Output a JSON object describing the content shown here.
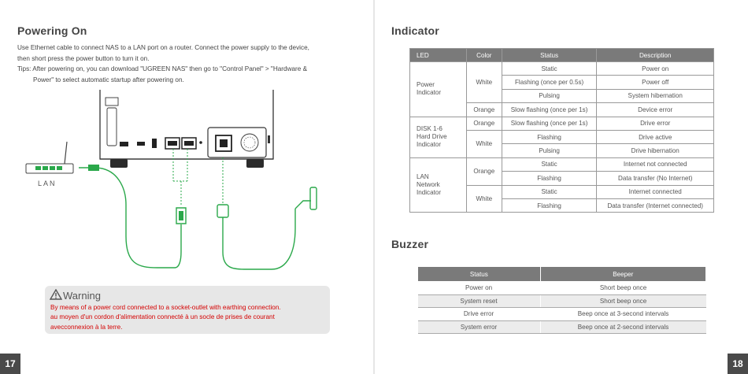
{
  "left": {
    "title": "Powering On",
    "para_line1": "Use Ethernet cable to connect NAS to a LAN port on a router. Connect the power supply to the device,",
    "para_line2": "then short press the power button to turn it on.",
    "tips_line1": "Tips: After powering on, you can download \"UGREEN NAS\"  then go to \"Control Panel\" > \"Hardware &",
    "tips_line2": "Power\" to select automatic startup after powering on.",
    "router_label": "LAN",
    "warning_title": "Warning",
    "warning_line1": "By means of a power cord connected to a socket-outlet with earthing connection.",
    "warning_line2": "au moyen d'un cordon d'alimentation connecté à  un socle de prises de courant",
    "warning_line3": "avecconnexion à la terre.",
    "page_number": "17"
  },
  "right": {
    "indicator_title": "Indicator",
    "indicator_headers": [
      "LED",
      "Color",
      "Status",
      "Description"
    ],
    "power": {
      "led": "Power\nIndicator",
      "white": "White",
      "orange": "Orange",
      "rows": [
        {
          "status": "Static",
          "desc": "Power on"
        },
        {
          "status": "Flashing (once per 0.5s)",
          "desc": "Power off"
        },
        {
          "status": "Pulsing",
          "desc": "System hibernation"
        },
        {
          "status": "Slow flashing (once per 1s)",
          "desc": "Device error"
        }
      ]
    },
    "disk": {
      "led": "DISK 1-6\nHard Drive\nIndicator",
      "orange": "Orange",
      "white": "White",
      "rows": [
        {
          "status": "Slow flashing (once per 1s)",
          "desc": "Drive error"
        },
        {
          "status": "Flashing",
          "desc": "Drive active"
        },
        {
          "status": "Pulsing",
          "desc": "Drive hibernation"
        }
      ]
    },
    "lan": {
      "led": "LAN\nNetwork\nIndicator",
      "orange": "Orange",
      "white": "White",
      "rows": [
        {
          "status": "Static",
          "desc": "Internet not connected"
        },
        {
          "status": "Flashing",
          "desc": "Data transfer (No Internet)"
        },
        {
          "status": "Static",
          "desc": "Internet connected"
        },
        {
          "status": "Flashing",
          "desc": "Data transfer (Internet connected)"
        }
      ]
    },
    "buzzer_title": "Buzzer",
    "buzzer_headers": [
      "Status",
      "Beeper"
    ],
    "buzzer_rows": [
      {
        "status": "Power on",
        "beeper": "Short beep once"
      },
      {
        "status": "System reset",
        "beeper": "Short beep once"
      },
      {
        "status": "Drive error",
        "beeper": "Beep once at 3-second intervals"
      },
      {
        "status": "System error",
        "beeper": "Beep once at 2-second intervals"
      }
    ],
    "page_number": "18"
  },
  "colors": {
    "warning_red": "#d40000",
    "cable_green": "#2aa84a",
    "header_gray": "#7a7a7a",
    "page_num_bg": "#4a4a4a"
  }
}
